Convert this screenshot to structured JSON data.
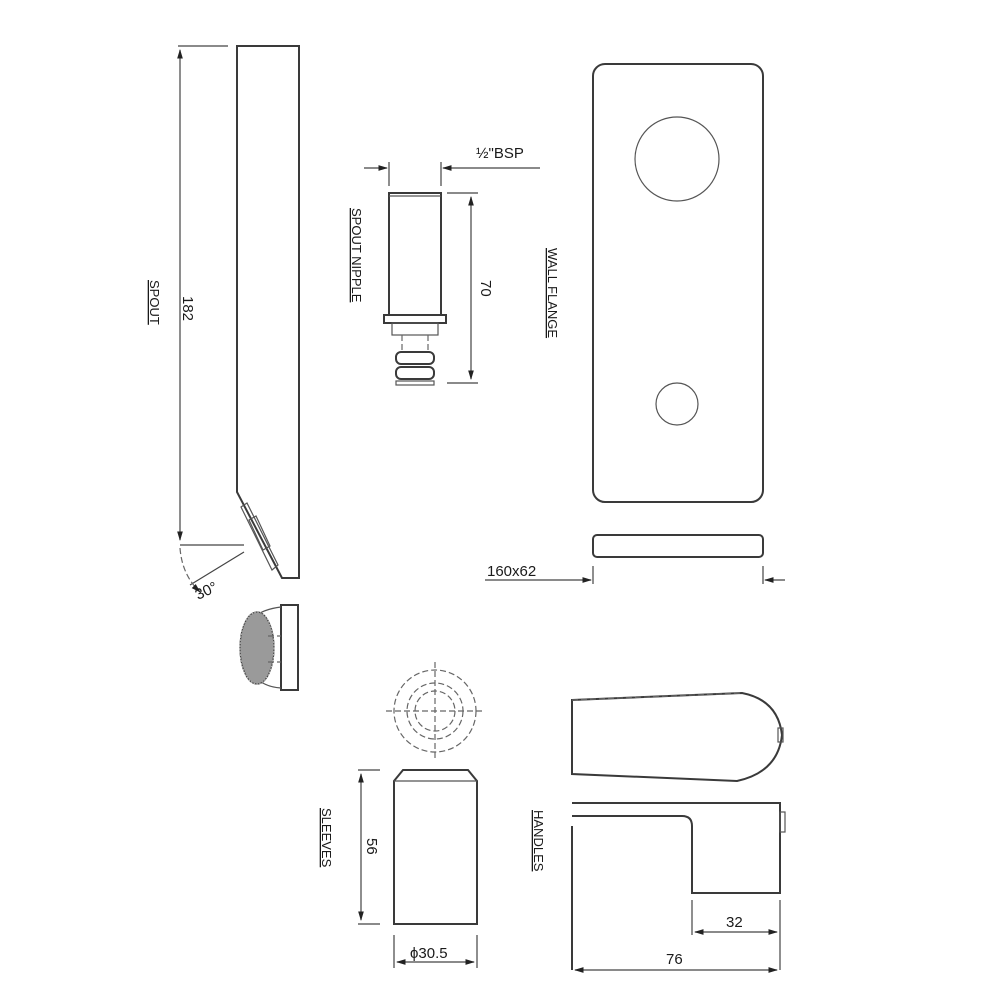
{
  "drawing": {
    "parts": {
      "spout": {
        "label": "SPOUT",
        "length_dim": "182",
        "angle_dim": "30°"
      },
      "spout_nipple": {
        "label": "SPOUT NIPPLE",
        "thread_dim": "½\"BSP",
        "length_dim": "70"
      },
      "wall_flange": {
        "label": "WALL FLANGE",
        "size_dim": "160x62"
      },
      "sleeves": {
        "label": "SLEEVES",
        "height_dim": "56",
        "diameter_dim": "ϕ30.5"
      },
      "handles": {
        "label": "HANDLES",
        "inner_dim": "32",
        "overall_dim": "76"
      }
    },
    "colors": {
      "line": "#3a3a3a",
      "background": "#ffffff",
      "text": "#1a1a1a"
    }
  }
}
